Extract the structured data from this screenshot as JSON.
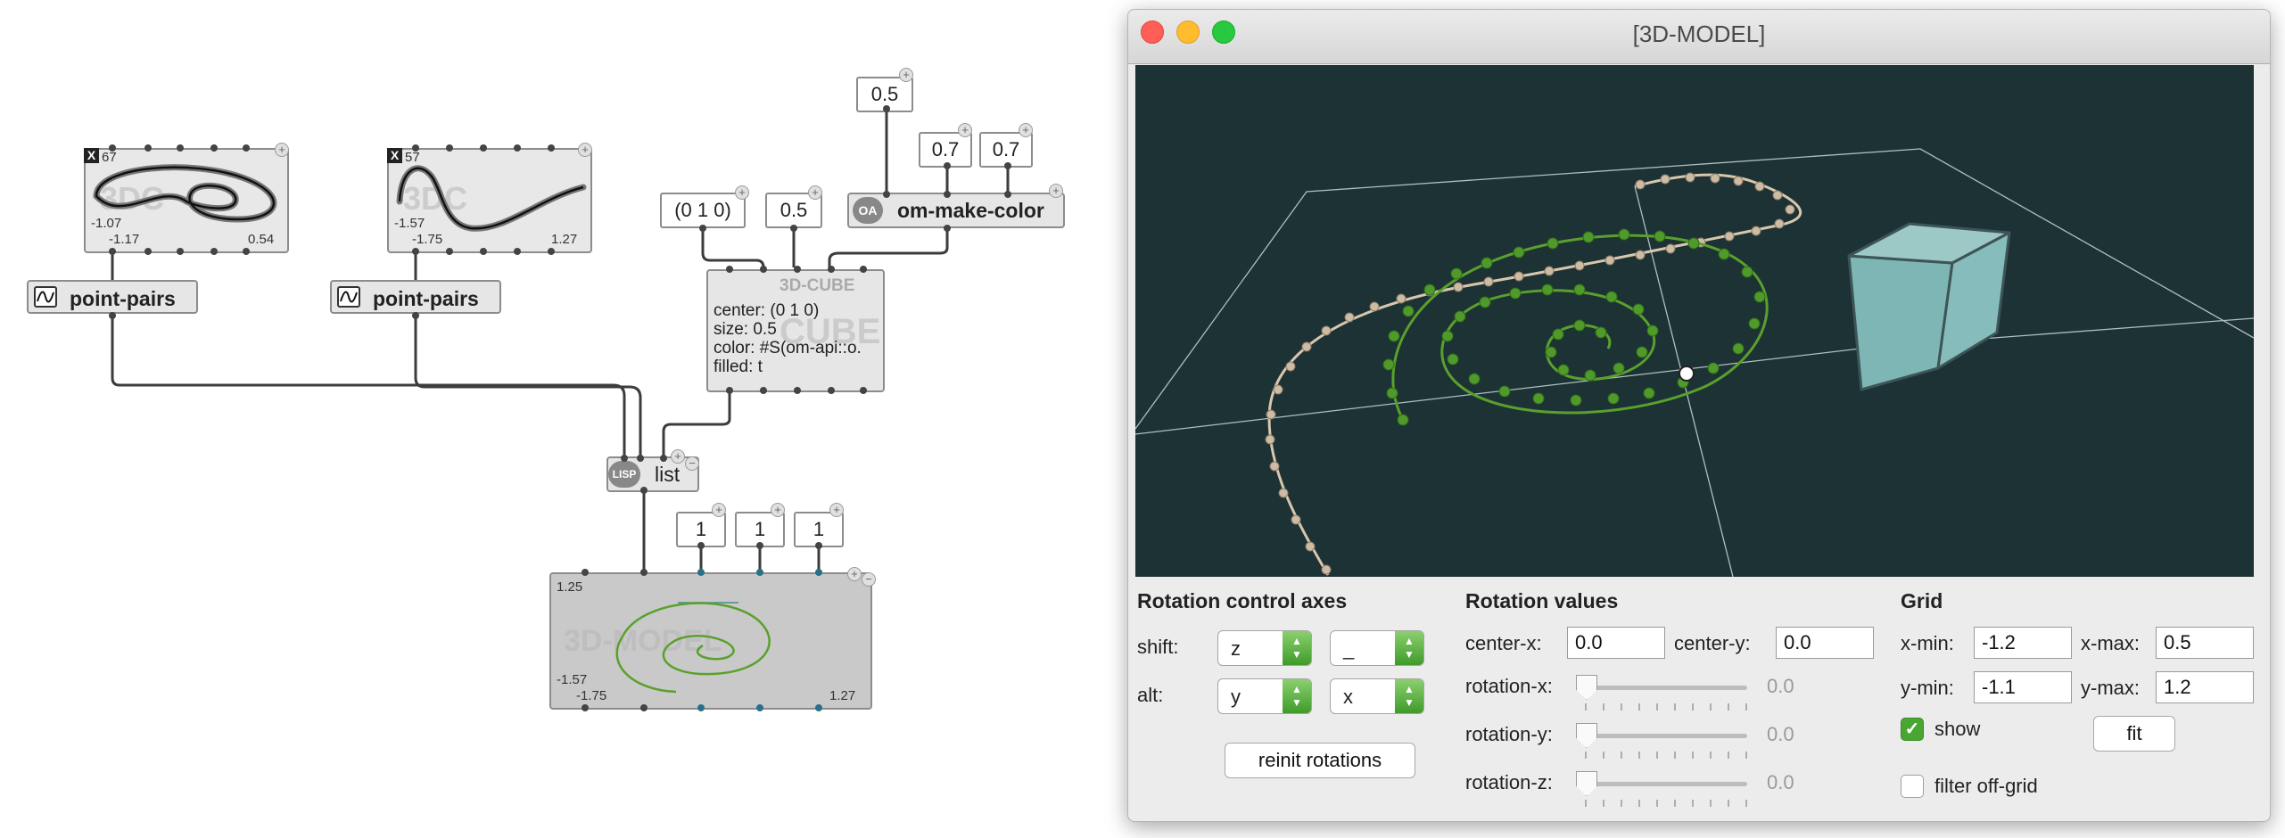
{
  "patch": {
    "bpf1": {
      "badge": "X",
      "corner": "67",
      "ghost": "3DC",
      "min_y": "-1.07",
      "min_x": "-1.17",
      "max_x": "0.54"
    },
    "bpf2": {
      "badge": "X",
      "corner": "57",
      "ghost": "3DC",
      "min_y": "-1.57",
      "min_x": "-1.75",
      "max_x": "1.27"
    },
    "point_pairs_1": {
      "label": "point-pairs"
    },
    "point_pairs_2": {
      "label": "point-pairs"
    },
    "num_center": "(0 1 0)",
    "num_size": "0.5",
    "num_alpha": "0.5",
    "num_g": "0.7",
    "num_b": "0.7",
    "make_color": {
      "badge": "OA",
      "label": "om-make-color"
    },
    "cube_box": {
      "title": "3D-CUBE",
      "ghost": "CUBE",
      "lines": [
        "center: (0 1 0)",
        "size: 0.5",
        "color: #S(om-api::o.",
        "filled: t"
      ]
    },
    "list_box": {
      "badge": "LISP",
      "label": "list"
    },
    "num_r1": "1",
    "num_r2": "1",
    "num_r3": "1",
    "model_box": {
      "ghost": "3D-MODEL",
      "max_y": "1.25",
      "min_y": "-1.57",
      "min_x": "-1.75",
      "max_x": "1.27"
    }
  },
  "window": {
    "title": "[3D-MODEL]",
    "colors": {
      "background": "#1d3235",
      "spiral": "#5aa02c",
      "curve": "#d8c7ae",
      "cube": "#7fb8b7"
    },
    "rotation_axes": {
      "title": "Rotation control axes",
      "shift_label": "shift:",
      "shift_a": "z",
      "shift_b": "_",
      "alt_label": "alt:",
      "alt_a": "y",
      "alt_b": "x",
      "reinit": "reinit rotations"
    },
    "rotation_values": {
      "title": "Rotation values",
      "center_x_label": "center-x:",
      "center_x": "0.0",
      "center_y_label": "center-y:",
      "center_y": "0.0",
      "rot_x_label": "rotation-x:",
      "rot_x": "0.0",
      "rot_y_label": "rotation-y:",
      "rot_y": "0.0",
      "rot_z_label": "rotation-z:",
      "rot_z": "0.0"
    },
    "grid": {
      "title": "Grid",
      "xmin_label": "x-min:",
      "xmin": "-1.2",
      "xmax_label": "x-max:",
      "xmax": "0.5",
      "ymin_label": "y-min:",
      "ymin": "-1.1",
      "ymax_label": "y-max:",
      "ymax": "1.2",
      "show_label": "show",
      "show_checked": true,
      "fit": "fit",
      "filter_label": "filter off-grid",
      "filter_checked": false
    }
  }
}
